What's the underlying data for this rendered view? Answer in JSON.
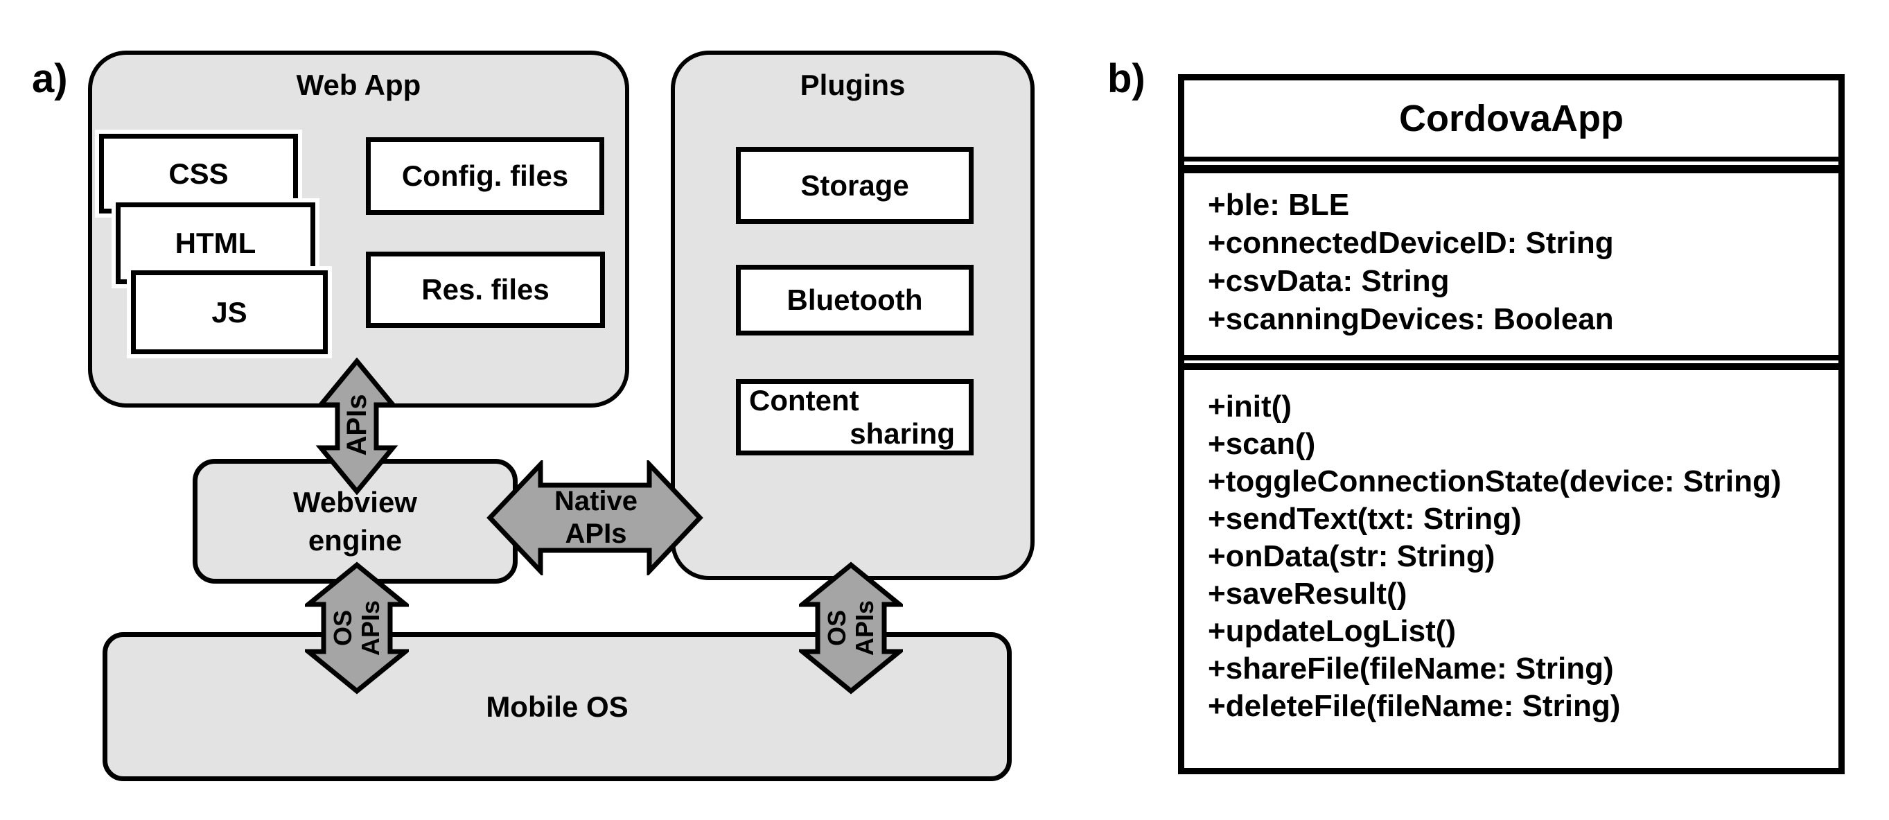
{
  "panel_a": {
    "label": "a)",
    "web_app": {
      "title": "Web App",
      "stack": [
        "CSS",
        "HTML",
        "JS"
      ],
      "config_box": "Config. files",
      "res_box": "Res. files"
    },
    "plugins": {
      "title": "Plugins",
      "storage": "Storage",
      "bluetooth": "Bluetooth",
      "content_line1": "Content",
      "content_line2": "sharing"
    },
    "webview": {
      "line1": "Webview",
      "line2": "engine"
    },
    "mobile_os": "Mobile OS",
    "arrows": {
      "apis": "APIs",
      "native_line1": "Native",
      "native_line2": "APIs",
      "os_line1": "OS",
      "os_line2": "APIs"
    }
  },
  "panel_b": {
    "label": "b)",
    "class_name": "CordovaApp",
    "attributes": [
      "+ble: BLE",
      "+connectedDeviceID: String",
      "+csvData: String",
      "+scanningDevices: Boolean"
    ],
    "methods": [
      "+init()",
      "+scan()",
      "+toggleConnectionState(device: String)",
      "+sendText(txt: String)",
      "+onData(str: String)",
      "+saveResult()",
      "+updateLogList()",
      "+shareFile(fileName: String)",
      "+deleteFile(fileName: String)"
    ]
  },
  "colors": {
    "container_fill": "#e3e3e3",
    "arrow_fill": "#a5a5a5",
    "box_fill": "#ffffff",
    "line": "#000000"
  }
}
